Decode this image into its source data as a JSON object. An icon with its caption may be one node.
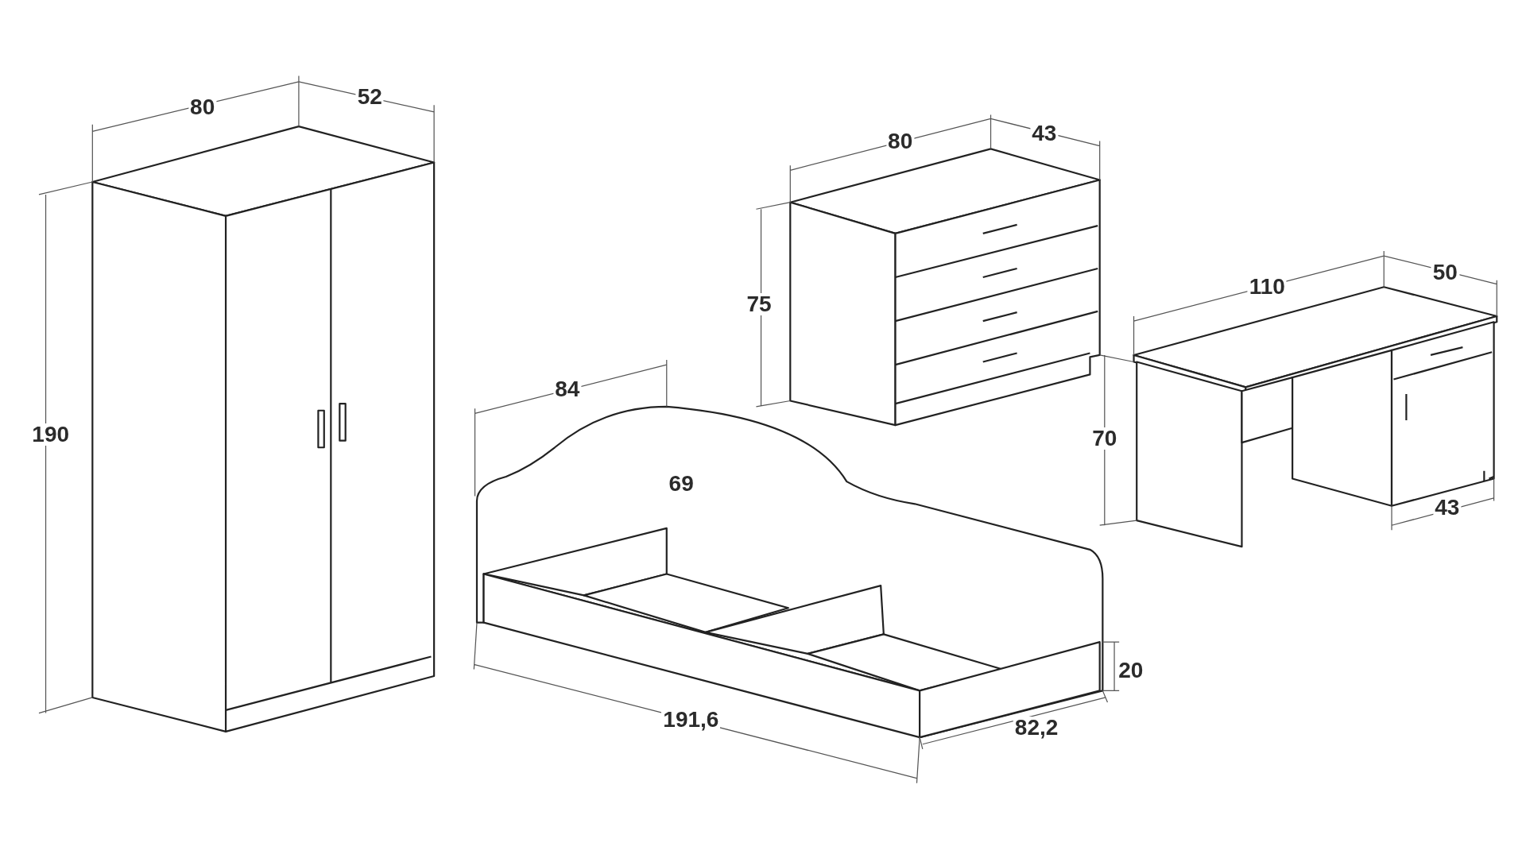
{
  "diagram": {
    "labels": [
      "80",
      "52",
      "80",
      "43",
      "110",
      "50",
      "75",
      "84",
      "190",
      "70",
      "69",
      "43",
      "20",
      "191,6",
      "82,2"
    ]
  }
}
